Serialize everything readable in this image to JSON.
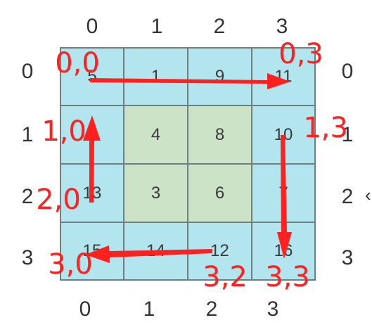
{
  "top_col_labels": [
    "0",
    "1",
    "2",
    "3"
  ],
  "bottom_col_labels": [
    "0",
    "1",
    "2",
    "3"
  ],
  "left_row_labels": [
    "0",
    "1",
    "2",
    "3"
  ],
  "right_row_labels": [
    "0",
    "1",
    "2",
    "3"
  ],
  "colors": {
    "outer_ring": "#b3e5ef",
    "inner": "#cde3c8",
    "arrow": "#ff2020",
    "border": "#6e7f7f"
  },
  "grid": [
    [
      "5",
      "1",
      "9",
      "11"
    ],
    [
      "2",
      "4",
      "8",
      "10"
    ],
    [
      "13",
      "3",
      "6",
      "7"
    ],
    [
      "15",
      "14",
      "12",
      "16"
    ]
  ],
  "annotations": {
    "a00": "0,0",
    "a03": "0,3",
    "a10": "1,0",
    "a13": "1,3",
    "a20": "2,0",
    "a30": "3,0",
    "a32": "3,2",
    "a33": "3,3"
  },
  "edge_mark": "‹"
}
